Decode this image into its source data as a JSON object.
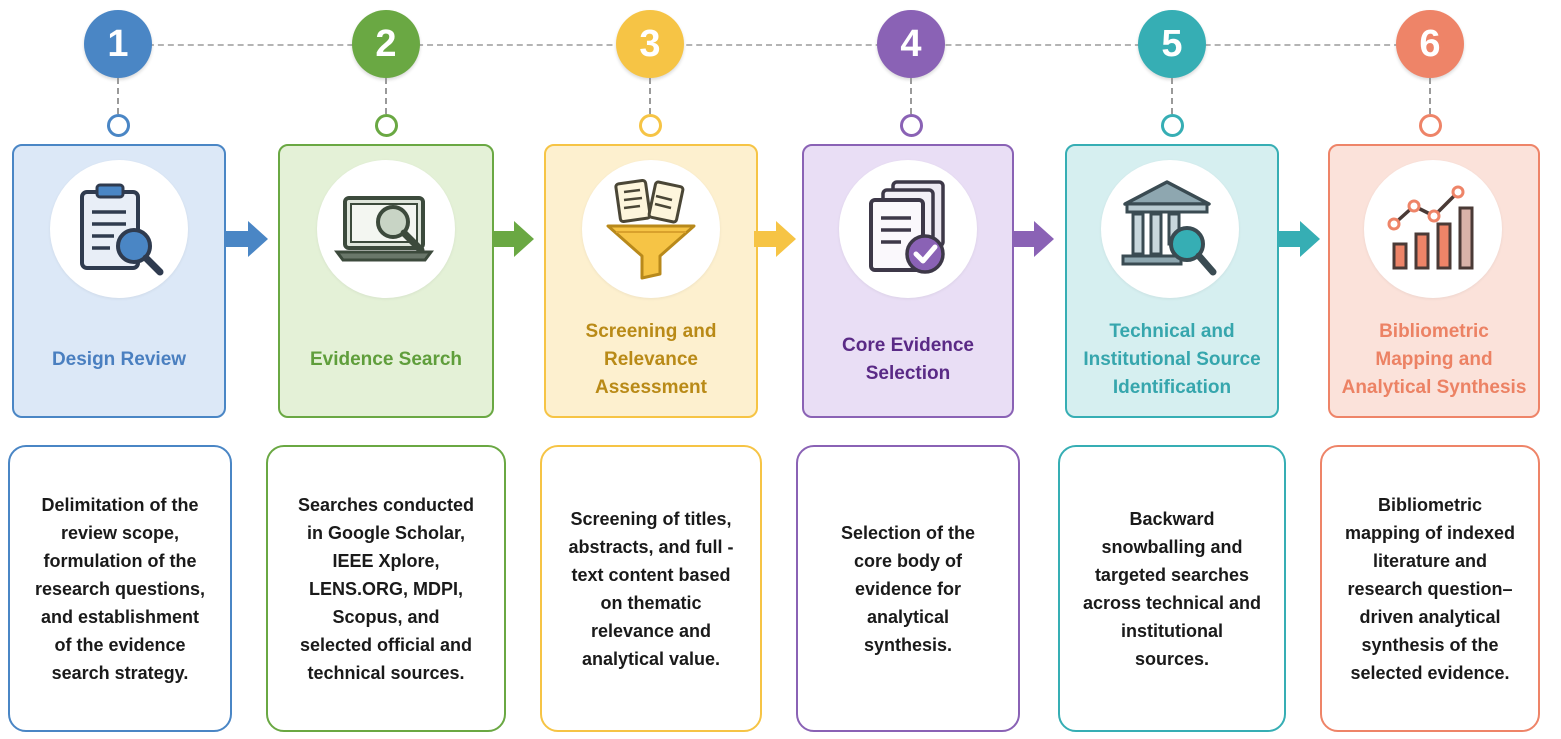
{
  "steps": [
    {
      "number": "1",
      "title": "Design Review",
      "icon": "clipboard-magnifier-icon",
      "color": "#4a86c5",
      "fill": "#dce8f7",
      "title_color": "#4a7fc0",
      "description": "Delimitation of the\nreview scope,\nformulation of the\nresearch questions,\nand establishment\nof the evidence\nsearch strategy."
    },
    {
      "number": "2",
      "title": "Evidence Search",
      "icon": "laptop-search-icon",
      "color": "#6aa843",
      "fill": "#e4f1d7",
      "title_color": "#5f9e3b",
      "description": "Searches conducted\nin Google Scholar,\nIEEE Xplore,\nLENS.ORG, MDPI,\nScopus, and\nselected official and\ntechnical sources."
    },
    {
      "number": "3",
      "title": "Screening and\nRelevance\nAssessment",
      "icon": "document-funnel-icon",
      "color": "#f6c445",
      "fill": "#fdf0cf",
      "title_color": "#b98a17",
      "description": "Screening of titles,\nabstracts, and full -\ntext content based\non thematic\nrelevance and\nanalytical value."
    },
    {
      "number": "4",
      "title": "Core Evidence\nSelection",
      "icon": "documents-check-icon",
      "color": "#8a62b5",
      "fill": "#e9def5",
      "title_color": "#5a2a86",
      "description": "Selection of the\ncore body of\nevidence for\nanalytical\nsynthesis."
    },
    {
      "number": "5",
      "title": "Technical and\nInstitutional Source\nIdentification",
      "icon": "institution-search-icon",
      "color": "#36aeb4",
      "fill": "#d6eff0",
      "title_color": "#36a6ad",
      "description": "Backward\nsnowballing and\ntargeted searches\nacross technical and\ninstitutional\nsources."
    },
    {
      "number": "6",
      "title": "Bibliometric\nMapping and\nAnalytical Synthesis",
      "icon": "bar-chart-trend-icon",
      "color": "#ee8468",
      "fill": "#fbe2da",
      "title_color": "#ec8264",
      "description": "Bibliometric\nmapping of indexed\nliterature and\nresearch question–\ndriven analytical\nsynthesis of the\nselected evidence."
    }
  ]
}
